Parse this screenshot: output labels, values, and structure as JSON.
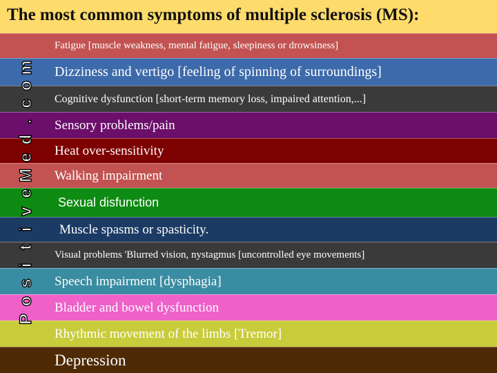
{
  "title": "The most common symptoms of multiple sclerosis (MS):",
  "watermark": "PositiveMed.com",
  "rows": [
    {
      "text": "Fatigue [muscle weakness, mental fatigue, sleepiness or drowsiness]",
      "color": "#c25352"
    },
    {
      "text": "Dizziness  and vertigo [feeling of  spinning of surroundings]",
      "color": "#3c6aaa"
    },
    {
      "text": "Cognitive dysfunction [short-term memory loss, impaired attention,...]",
      "color": "#3a3a3a"
    },
    {
      "text": "Sensory problems/pain",
      "color": "#6b0f6b"
    },
    {
      "text": "Heat over-sensitivity",
      "color": "#7e0101"
    },
    {
      "text": "Walking impairment",
      "color": "#c25352"
    },
    {
      "text": "Sexual disfunction",
      "color": "#0e8b12"
    },
    {
      "text": "Muscle spasms or spasticity.",
      "color": "#1c3b64"
    },
    {
      "text": "Visual problems 'Blurred vision, nystagmus [uncontrolled eye movements]",
      "color": "#3a3a3a"
    },
    {
      "text": "Speech impairment [dysphagia]",
      "color": "#3a8ca2"
    },
    {
      "text": "Bladder and bowel dysfunction",
      "color": "#ef61c9"
    },
    {
      "text": "Rhythmic movement of  the limbs [Tremor]",
      "color": "#c9cc3a"
    },
    {
      "text": "Depression",
      "color": "#4e2a05"
    }
  ]
}
